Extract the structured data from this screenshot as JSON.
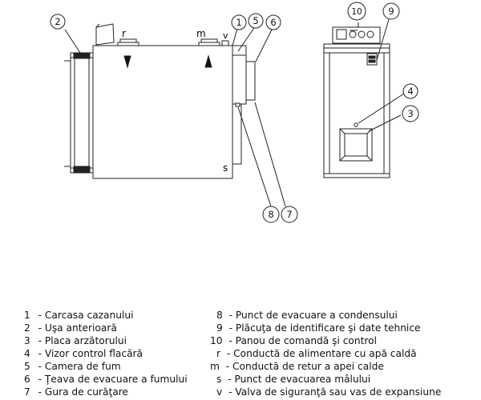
{
  "diagram": {
    "callouts": [
      "1",
      "2",
      "3",
      "4",
      "5",
      "6",
      "7",
      "8",
      "9",
      "10"
    ],
    "port_labels": {
      "r": "r",
      "m": "m",
      "v": "v",
      "s": "s"
    }
  },
  "legend": {
    "left": [
      {
        "num": "1",
        "text": " - Carcasa cazanului"
      },
      {
        "num": "2",
        "text": " - Uşa anterioară"
      },
      {
        "num": "3",
        "text": " - Placa arzătorului"
      },
      {
        "num": "4",
        "text": " - Vizor control flacără"
      },
      {
        "num": "5",
        "text": " - Camera de fum"
      },
      {
        "num": "6",
        "text": " - Ţeava de evacuare a fumului"
      },
      {
        "num": "7",
        "text": " - Gura de curăţare"
      }
    ],
    "right": [
      {
        "num": "8",
        "text": " - Punct de evacuare a condensului"
      },
      {
        "num": "9",
        "text": " - Plăcuţa de identificare şi date tehnice"
      },
      {
        "num": "10",
        "text": " - Panou de comandă şi control"
      },
      {
        "num": "r",
        "text": " - Conductă de alimentare cu apă caldă"
      },
      {
        "num": "m",
        "text": " - Conductă de retur a apei calde"
      },
      {
        "num": "s",
        "text": " - Punct de evacuarea mâlului"
      },
      {
        "num": "v",
        "text": " - Valva de siguranţă sau vas de expansiune"
      }
    ]
  }
}
